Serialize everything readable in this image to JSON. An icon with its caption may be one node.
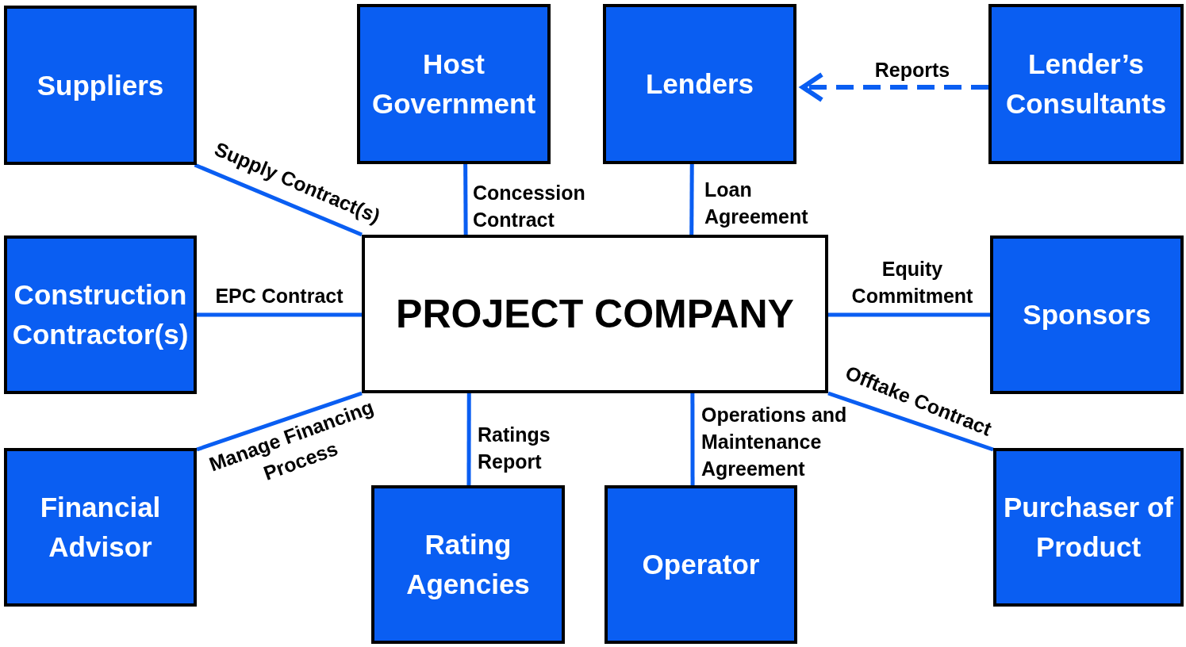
{
  "diagram": {
    "nodes": [
      {
        "text": [
          "Suppliers"
        ]
      },
      {
        "text": [
          "Host Government"
        ]
      },
      {
        "text": [
          "Lenders"
        ]
      },
      {
        "text": [
          "Lender’s Consultants"
        ]
      },
      {
        "text": [
          "Construction Contractor(s)"
        ]
      },
      {
        "text": [
          "PROJECT COMPANY"
        ]
      },
      {
        "text": [
          "Sponsors"
        ]
      },
      {
        "text": [
          "Financial Advisor"
        ]
      },
      {
        "text": [
          "Rating Agencies"
        ]
      },
      {
        "text": [
          "Operator"
        ]
      },
      {
        "text": [
          "Purchaser of Product"
        ]
      }
    ],
    "edges": [
      {
        "from": 0,
        "to": 5,
        "arrow": "none",
        "label": "Supply Contract(s)"
      },
      {
        "from": 1,
        "to": 5,
        "arrow": "none",
        "label": "Concession Contract"
      },
      {
        "from": 2,
        "to": 5,
        "arrow": "none",
        "label": "Loan Agreement"
      },
      {
        "from": 3,
        "to": 2,
        "arrow": "to",
        "label": "Reports",
        "style": "dashed"
      },
      {
        "from": 4,
        "to": 5,
        "arrow": "none",
        "label": "EPC Contract"
      },
      {
        "from": 5,
        "to": 6,
        "arrow": "none",
        "label": "Equity Commitment"
      },
      {
        "from": 7,
        "to": 5,
        "arrow": "none",
        "label": "Manage Financing Process"
      },
      {
        "from": 8,
        "to": 5,
        "arrow": "none",
        "label": "Ratings Report"
      },
      {
        "from": 9,
        "to": 5,
        "arrow": "none",
        "label": "Operations and Maintenance Agreement"
      },
      {
        "from": 5,
        "to": 10,
        "arrow": "none",
        "label": "Offtake Contract"
      }
    ]
  }
}
